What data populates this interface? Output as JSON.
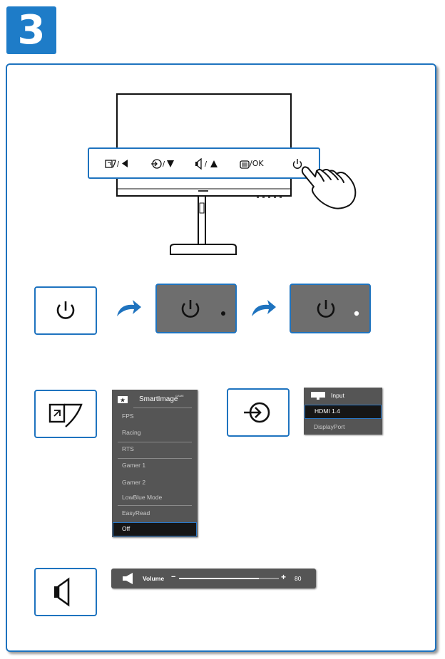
{
  "step_number": "3",
  "monitor_buttons": {
    "ok_label": "/OK"
  },
  "smartimage_menu": {
    "title": "SmartImage",
    "title_suffix": "GAME",
    "items": [
      "FPS",
      "Racing",
      "RTS",
      "Gamer 1",
      "Gamer 2",
      "LowBlue Mode",
      "EasyRead",
      "Off"
    ],
    "selected": "Off"
  },
  "input_menu": {
    "title": "Input",
    "items": [
      "HDMI 1.4",
      "DisplayPort"
    ],
    "selected": "HDMI 1.4"
  },
  "volume_bar": {
    "label": "Volume",
    "minus": "−",
    "plus": "+",
    "value": "80",
    "level_fraction": 0.8
  },
  "colors": {
    "accent_blue": "#1e73bf",
    "badge_blue": "#1e7cc8",
    "screen_gray": "#6e6e6e",
    "osd_gray": "#555555"
  },
  "icons": [
    "power-icon",
    "smartimage-icon",
    "input-icon",
    "speaker-icon",
    "menu-icon",
    "arrow-icon",
    "hand-icon"
  ]
}
